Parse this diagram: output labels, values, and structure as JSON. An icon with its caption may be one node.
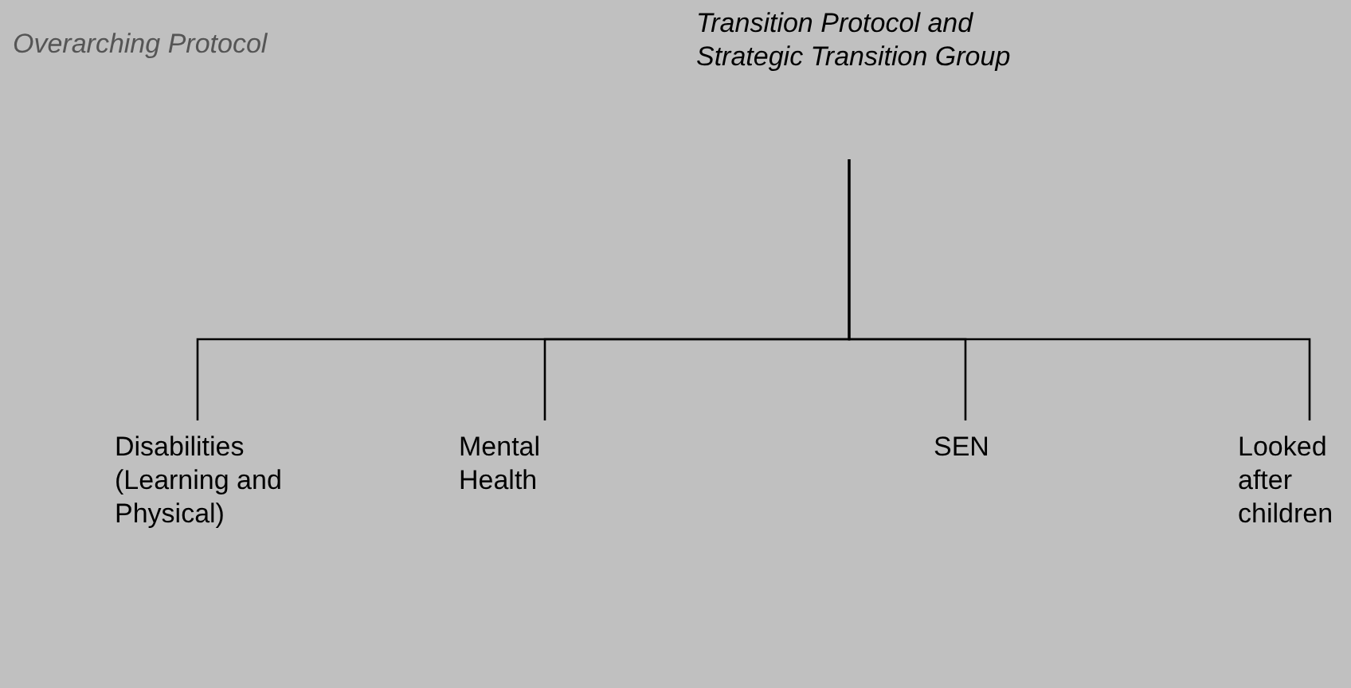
{
  "diagram": {
    "nodes": [
      {
        "text": [
          "Transition Protocol and Strategic Transition Group"
        ]
      },
      {
        "text": [
          "Disabilities (Learning and Physical)"
        ]
      },
      {
        "text": [
          "Mental Health"
        ]
      },
      {
        "text": [
          "SEN"
        ]
      },
      {
        "text": [
          "Looked after children"
        ]
      }
    ],
    "edges": [
      {
        "from": 0,
        "to": 1,
        "arrow": "none"
      },
      {
        "from": 0,
        "to": 2,
        "arrow": "none"
      },
      {
        "from": 0,
        "to": 3,
        "arrow": "none"
      },
      {
        "from": 0,
        "to": 4,
        "arrow": "none"
      }
    ],
    "labels": [
      "Overarching Protocol"
    ]
  }
}
